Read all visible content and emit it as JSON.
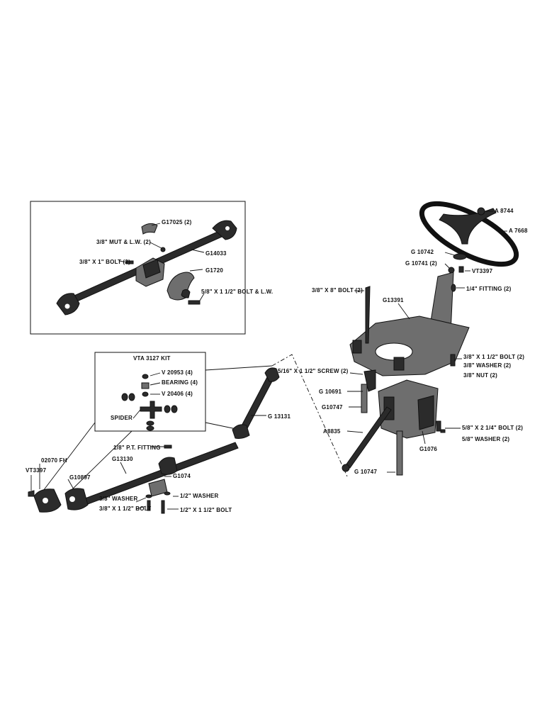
{
  "diagram": {
    "upper_box": {
      "labels": {
        "g17025": "G17025 (2)",
        "nut_lw": "3/8\" MUT & L.W. (2)",
        "g14033": "G14033",
        "bolt_1": "3/8\" X 1\" BOLT (2)",
        "g1720": "G1720",
        "bolt_lw": "5/8\" X 1 1/2\" BOLT & L.W."
      }
    },
    "kit_box": {
      "title": "VTA 3127 KIT",
      "labels": {
        "v20953": "V 20953 (4)",
        "bearing": "BEARING (4)",
        "v20406": "V 20406 (4)",
        "spider": "SPIDER"
      }
    },
    "shaft_assembly": {
      "labels": {
        "g13131": "G 13131",
        "pt_fitting": "1/8\" P.T. FITTING",
        "g13130": "G13130",
        "o2070fh": "02070 FH",
        "vt3397_left": "VT3397",
        "g10897": "G10897",
        "g1074": "G1074",
        "washer_left": "3/8\" WASHER",
        "bolt_left": "3/8\" X 1 1/2\" BOLT",
        "washer_right": "1/2\" WASHER",
        "bolt_right": "1/2\" X 1 1/2\" BOLT"
      }
    },
    "steering_assembly": {
      "labels": {
        "a8744": "A 8744",
        "a7668": "A 7668",
        "g10742": "G 10742",
        "g10741": "G 10741 (2)",
        "vt3397_right": "VT3397",
        "fitting": "1/4\" FITTING (2)",
        "bolt_8": "3/8\" X 8\" BOLT (2)",
        "g13391": "G13391",
        "bolt_1_1_2": "3/8\" X 1 1/2\" BOLT (2)",
        "washer": "3/8\" WASHER (2)",
        "nut": "3/8\" NUT (2)",
        "screw": "5/16\" X 1 1/2\" SCREW (2)",
        "g10691": "G 10691",
        "g10747_upper": "G10747",
        "a8835": "A8835",
        "bolt_2_1_4": "5/8\" X 2 1/4\" BOLT (2)",
        "washer_5_8": "5/8\" WASHER (2)",
        "g1076": "G1076",
        "g10747_lower": "G 10747"
      }
    }
  }
}
